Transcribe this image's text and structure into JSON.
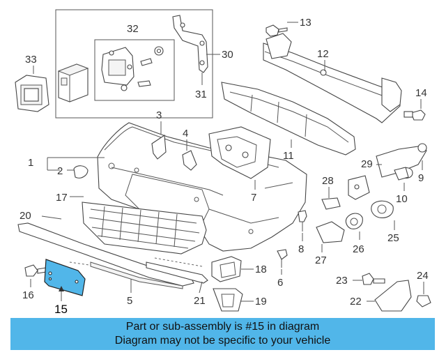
{
  "diagram": {
    "highlight_color": "#51b6e9",
    "highlighted_part": "15",
    "callouts": [
      "1",
      "2",
      "3",
      "4",
      "5",
      "6",
      "7",
      "8",
      "9",
      "10",
      "11",
      "12",
      "13",
      "14",
      "16",
      "17",
      "18",
      "19",
      "20",
      "21",
      "22",
      "23",
      "24",
      "25",
      "26",
      "27",
      "28",
      "29",
      "30",
      "31",
      "32",
      "33"
    ],
    "highlight_label": "15"
  },
  "banner": {
    "line1": "Part or sub-assembly is #15 in diagram",
    "line2": "Diagram may not be specific to your vehicle",
    "color": "#51b6e9"
  }
}
